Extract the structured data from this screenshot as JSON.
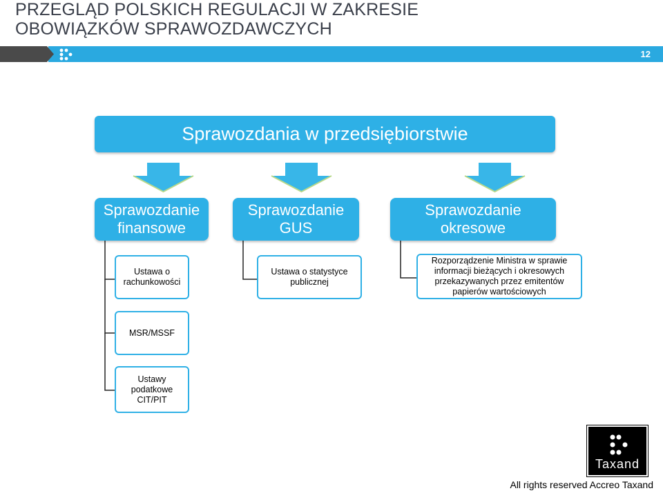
{
  "header": {
    "title_line1": "PRZEGLĄD POLSKICH REGULACJI W ZAKRESIE",
    "title_line2": "OBOWIĄZKÓW SPRAWOZDAWCZYCH",
    "page_number": "12"
  },
  "diagram": {
    "top": "Sprawozdania w przedsiębiorstwie",
    "categories": [
      {
        "line1": "Sprawozdanie",
        "line2": "finansowe",
        "children": [
          {
            "line1": "Ustawa o",
            "line2": "rachunkowości"
          },
          {
            "line1": "MSR/MSSF"
          },
          {
            "line1": "Ustawy",
            "line2": "podatkowe",
            "line3": "CIT/PIT"
          }
        ]
      },
      {
        "line1": "Sprawozdanie",
        "line2": "GUS",
        "children": [
          {
            "line1": "Ustawa o statystyce",
            "line2": "publicznej"
          }
        ]
      },
      {
        "line1": "Sprawozdanie",
        "line2": "okresowe",
        "children": [
          {
            "line1": "Rozporządzenie Ministra w sprawie",
            "line2": "informacji bieżących i okresowych",
            "line3": "przekazywanych przez emitentów",
            "line4": "papierów wartościowych"
          }
        ]
      }
    ]
  },
  "footer": {
    "copyright": "All rights reserved Accreo Taxand"
  },
  "logo": {
    "text": "Taxand"
  },
  "colors": {
    "accent": "#2eb0e6",
    "band": "#2aa9e0",
    "dark": "#4a4a4a",
    "arrow_fill": "#38b6e8",
    "arrow_edge": "#b9d98a"
  }
}
